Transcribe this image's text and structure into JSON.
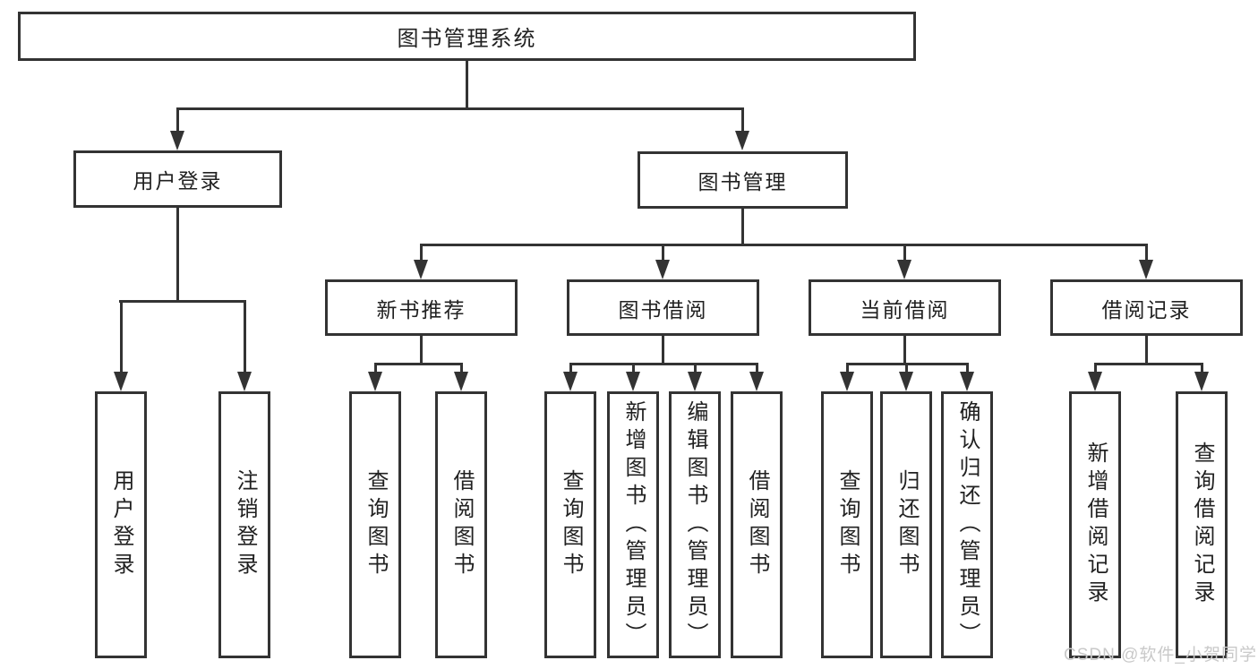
{
  "diagram": {
    "root": "图书管理系统",
    "branches": {
      "user_login": "用户登录",
      "book_mgmt": "图书管理"
    },
    "modules": {
      "new_book_rec": "新书推荐",
      "book_borrow": "图书借阅",
      "current_borrow": "当前借阅",
      "borrow_records": "借阅记录"
    },
    "leaves": {
      "user_login_leaf": "用户登录",
      "logout": "注销登录",
      "rec_query": "查询图书",
      "rec_borrow": "借阅图书",
      "bb_query": "查询图书",
      "bb_add": "新增图书（管理员）",
      "bb_edit": "编辑图书（管理员）",
      "bb_borrow": "借阅图书",
      "cb_query": "查询图书",
      "cb_return": "归还图书",
      "cb_confirm": "确认归还（管理员）",
      "br_add": "新增借阅记录",
      "br_query": "查询借阅记录"
    }
  },
  "watermark": "CSDN @软件_小贺同学",
  "colors": {
    "line": "#333333",
    "text": "#212121",
    "watermark": "#c9c9c9",
    "background": "#ffffff"
  }
}
